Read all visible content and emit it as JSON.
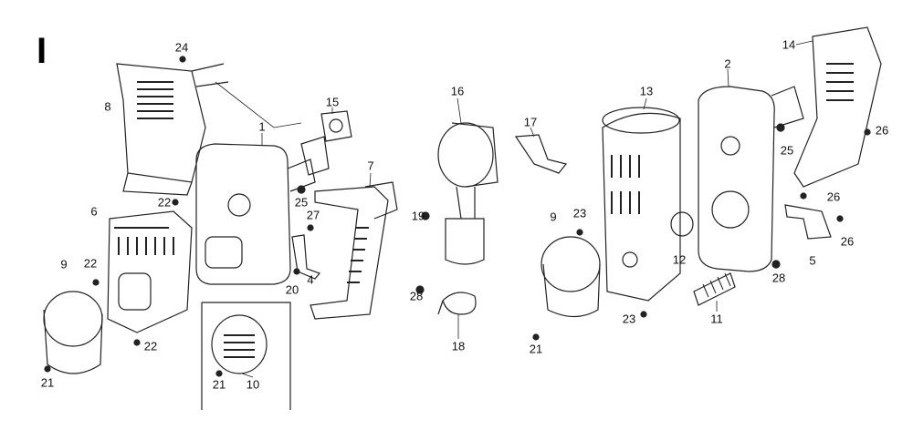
{
  "section_label": "I",
  "callouts": [
    "24",
    "8",
    "1",
    "15",
    "7",
    "22",
    "6",
    "25",
    "27",
    "22",
    "9",
    "4",
    "20",
    "22",
    "21",
    "21",
    "10",
    "16",
    "17",
    "19",
    "9",
    "23",
    "28",
    "18",
    "21",
    "13",
    "2",
    "14",
    "25",
    "26",
    "26",
    "12",
    "26",
    "5",
    "28",
    "23",
    "11"
  ]
}
